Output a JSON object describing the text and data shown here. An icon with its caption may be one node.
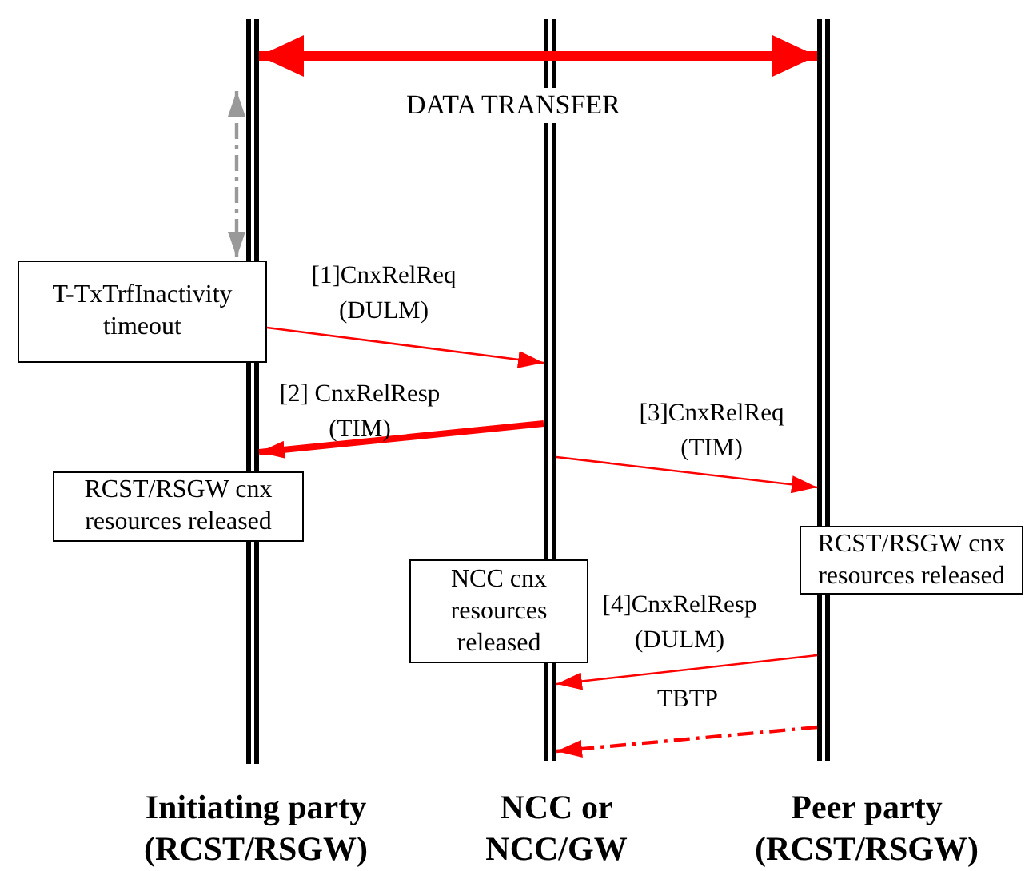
{
  "diagram": {
    "nodes": [
      {
        "text": [
          "Initiating party (RCST/RSGW)"
        ]
      },
      {
        "text": [
          "NCC or NCC/GW"
        ]
      },
      {
        "text": [
          "Peer party (RCST/RSGW)"
        ]
      },
      {
        "text": [
          "T-TxTrfInactivity timeout"
        ]
      },
      {
        "text": [
          "RCST/RSGW cnx resources released"
        ]
      },
      {
        "text": [
          "NCC cnx resources released"
        ]
      },
      {
        "text": [
          "RCST/RSGW cnx resources released"
        ]
      }
    ],
    "edges": [
      {
        "from": 0,
        "to": 2,
        "arrow": "both",
        "label": "DATA TRANSFER",
        "style": "thick"
      },
      {
        "from": 0,
        "to": 3,
        "arrow": "both",
        "style": "dashed",
        "color": "#999999"
      },
      {
        "from": 3,
        "to": 1,
        "arrow": "to",
        "label": "[1]CnxRelReq (DULM)"
      },
      {
        "from": 1,
        "to": 0,
        "arrow": "to",
        "label": "[2] CnxRelResp (TIM)",
        "style": "thick"
      },
      {
        "from": 1,
        "to": 2,
        "arrow": "to",
        "label": "[3]CnxRelReq (TIM)"
      },
      {
        "from": 2,
        "to": 1,
        "arrow": "to",
        "label": "[4]CnxRelResp (DULM)"
      },
      {
        "from": 2,
        "to": 1,
        "arrow": "to",
        "label": "TBTP",
        "style": "dashed"
      }
    ]
  }
}
